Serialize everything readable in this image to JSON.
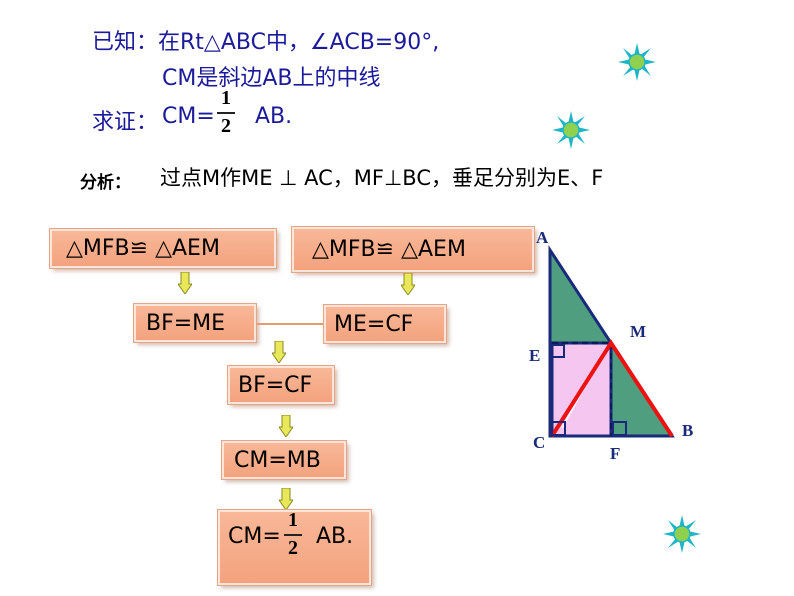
{
  "given": {
    "label": "已知：",
    "line1": "在Rt△ABC中，∠ACB=90°,",
    "line2": "CM是斜边AB上的中线"
  },
  "prove": {
    "label": "求证：",
    "lhs": "CM=",
    "numerator": "1",
    "denominator": "2",
    "rhs": "AB."
  },
  "analysis": {
    "label": "分析：",
    "text": "过点M作ME ⊥ AC，MF⊥BC，垂足分别为E、F"
  },
  "flow": {
    "box1": "△MFB≌ △AEM",
    "box2": "△MFB≌ △AEM",
    "box3": "BF=ME",
    "box4": "ME=CF",
    "box5": "BF=CF",
    "box6": "CM=MB",
    "final": {
      "lhs": "CM=",
      "numerator": "1",
      "denominator": "2",
      "rhs": "AB."
    }
  },
  "figure": {
    "points": {
      "A": "A",
      "B": "B",
      "C": "C",
      "M": "M",
      "E": "E",
      "F": "F"
    },
    "colors": {
      "triangle_fill": "#4f9e80",
      "rect_fill": "#f4c6f0",
      "median": "#ee1111",
      "outline": "#1a2a7a"
    }
  },
  "colors": {
    "heading_text": "#1a1a9a",
    "box_fill": "#f4a27e",
    "arrow_fill": "#e8e85a",
    "star_petal": "#1eb5c8",
    "star_center": "#8fd14f"
  }
}
